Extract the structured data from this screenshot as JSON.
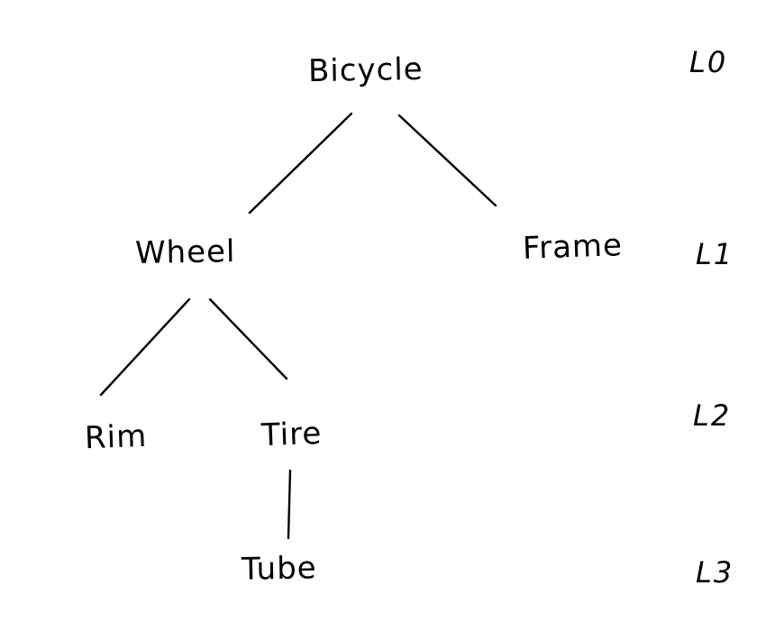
{
  "diagram": {
    "type": "tree",
    "nodes": [
      {
        "id": "bicycle",
        "label": "Bicycle",
        "level": "L0"
      },
      {
        "id": "wheel",
        "label": "Wheel",
        "level": "L1"
      },
      {
        "id": "frame",
        "label": "Frame",
        "level": "L1"
      },
      {
        "id": "rim",
        "label": "Rim",
        "level": "L2"
      },
      {
        "id": "tire",
        "label": "Tire",
        "level": "L2"
      },
      {
        "id": "tube",
        "label": "Tube",
        "level": "L3"
      }
    ],
    "edges": [
      {
        "from": "Bicycle",
        "to": "Wheel"
      },
      {
        "from": "Bicycle",
        "to": "Frame"
      },
      {
        "from": "Wheel",
        "to": "Rim"
      },
      {
        "from": "Wheel",
        "to": "Tire"
      },
      {
        "from": "Tire",
        "to": "Tube"
      }
    ],
    "level_labels": [
      {
        "label": "L0"
      },
      {
        "label": "L1"
      },
      {
        "label": "L2"
      },
      {
        "label": "L3"
      }
    ],
    "colors": {
      "ink": "#000000",
      "background": "#ffffff"
    }
  }
}
